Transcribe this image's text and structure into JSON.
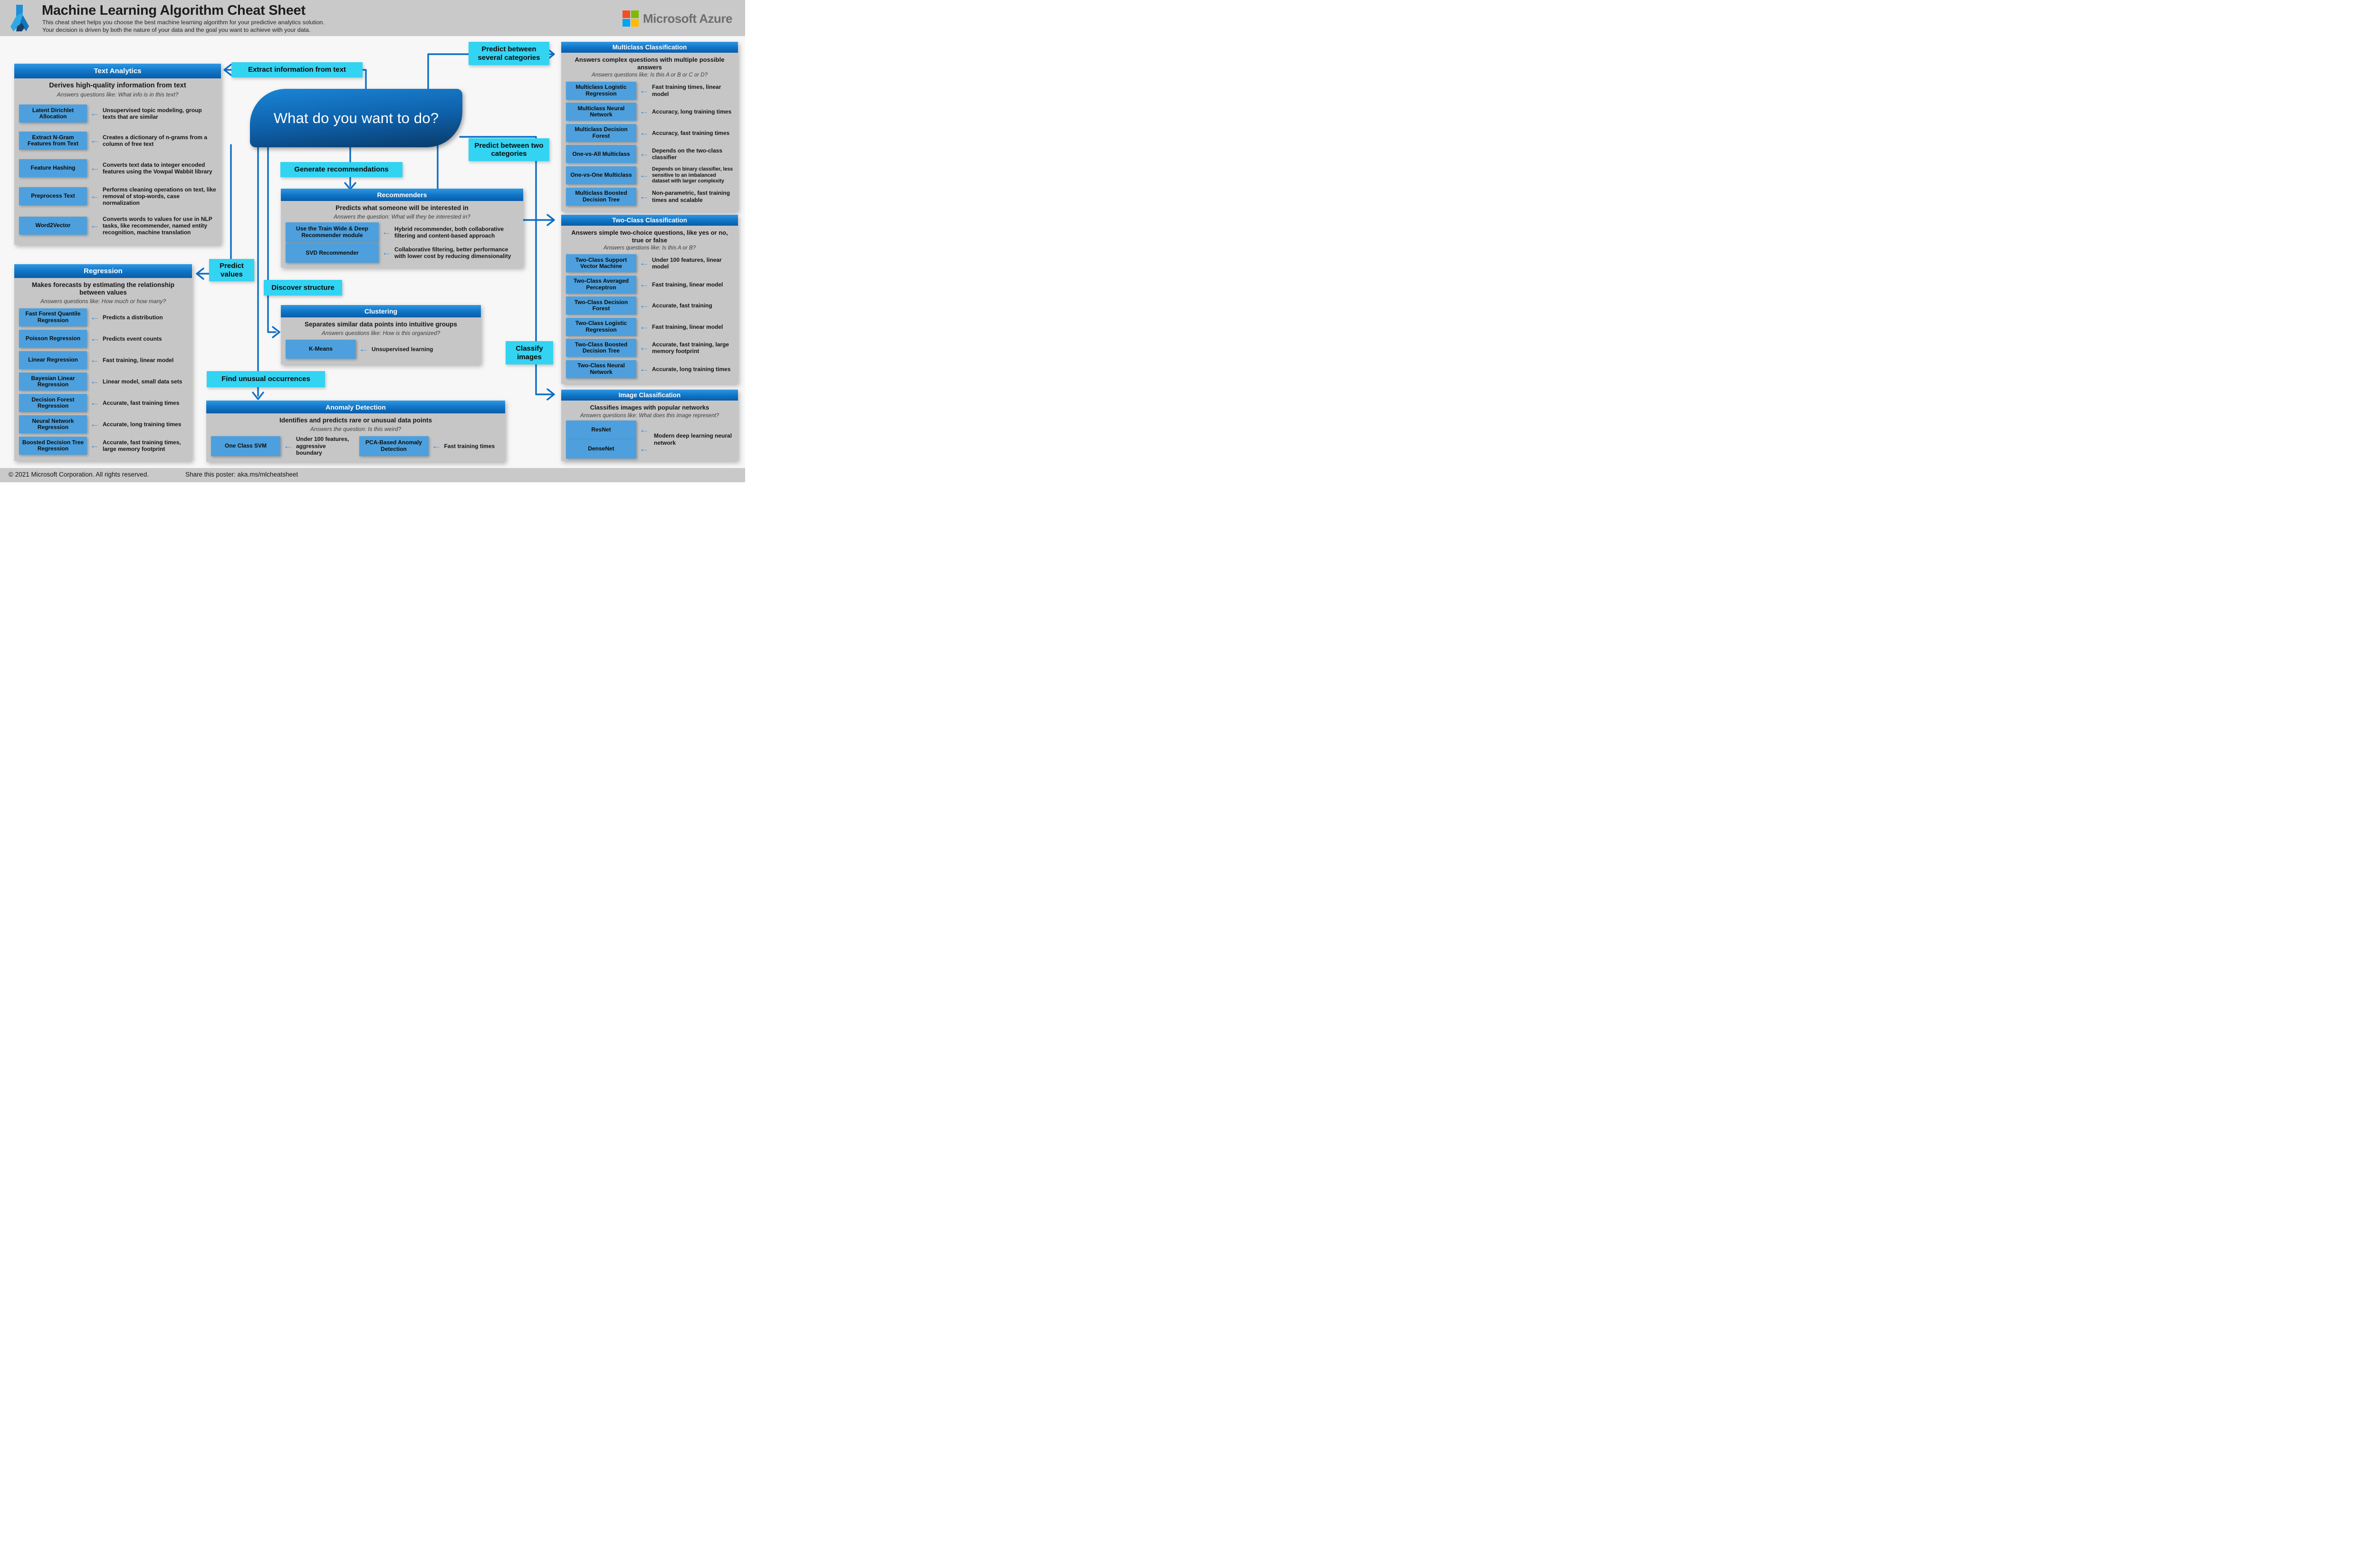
{
  "header": {
    "title": "Machine Learning Algorithm Cheat Sheet",
    "subtitle_line1": "This cheat sheet helps you choose the best machine learning algorithm for your predictive analytics solution.",
    "subtitle_line2": "Your decision is driven by both the nature of your data and the goal you want to achieve with your data.",
    "brand": "Microsoft Azure"
  },
  "footer": {
    "copyright": "© 2021 Microsoft Corporation. All rights reserved.",
    "share": "Share this poster: aka.ms/mlcheatsheet"
  },
  "central_question": "What do you want to do?",
  "decision_labels": {
    "extract_text": "Extract information from text",
    "several_categories": "Predict between several categories",
    "two_categories": "Predict between two categories",
    "generate_recommendations": "Generate recommendations",
    "predict_values": "Predict values",
    "discover_structure": "Discover structure",
    "find_unusual": "Find unusual occurrences",
    "classify_images": "Classify images"
  },
  "colors": {
    "accent_blue": "#0d6ec7",
    "box_blue": "#4da0dd",
    "cyan_label": "#33d3f2",
    "panel_gray": "#c6c6c6",
    "band_gray": "#c9c9c9",
    "node_gradient_top": "#1a85d7",
    "node_gradient_bottom": "#093a68",
    "ms_red": "#f25022",
    "ms_green": "#7fba00",
    "ms_blue": "#00a4ef",
    "ms_yellow": "#ffb900"
  },
  "panels": {
    "text_analytics": {
      "title": "Text Analytics",
      "heading": "Derives high-quality information from text",
      "question": "Answers questions like: What info is in this text?",
      "items": [
        {
          "name": "Latent Dirichlet Allocation",
          "desc": "Unsupervised topic modeling, group texts that are similar"
        },
        {
          "name": "Extract N-Gram Features from Text",
          "desc": "Creates a dictionary of n-grams from a column of free text"
        },
        {
          "name": "Feature Hashing",
          "desc": "Converts text data to integer encoded features using the Vowpal Wabbit library"
        },
        {
          "name": "Preprocess Text",
          "desc": "Performs cleaning operations on text, like removal of stop-words, case normalization"
        },
        {
          "name": "Word2Vector",
          "desc": "Converts words to values for use in NLP tasks, like recommender, named entity recognition, machine translation"
        }
      ]
    },
    "regression": {
      "title": "Regression",
      "heading": "Makes forecasts by estimating the relationship between values",
      "question": "Answers questions like: How much or how many?",
      "items": [
        {
          "name": "Fast Forest Quantile Regression",
          "desc": "Predicts a distribution"
        },
        {
          "name": "Poisson Regression",
          "desc": "Predicts event counts"
        },
        {
          "name": "Linear Regression",
          "desc": "Fast training, linear model"
        },
        {
          "name": "Bayesian Linear Regression",
          "desc": "Linear model, small data sets"
        },
        {
          "name": "Decision Forest Regression",
          "desc": "Accurate, fast training times"
        },
        {
          "name": "Neural Network Regression",
          "desc": "Accurate, long training times"
        },
        {
          "name": "Boosted Decision Tree Regression",
          "desc": "Accurate, fast training times, large memory footprint"
        }
      ]
    },
    "recommenders": {
      "title": "Recommenders",
      "heading": "Predicts what someone will be interested in",
      "question": "Answers the question: What will they be interested in?",
      "items": [
        {
          "name": "Use the Train Wide & Deep Recommender module",
          "desc": "Hybrid recommender, both collaborative filtering and content-based approach"
        },
        {
          "name": "SVD Recommender",
          "desc": "Collaborative filtering, better performance with lower cost by reducing dimensionality"
        }
      ]
    },
    "clustering": {
      "title": "Clustering",
      "heading": "Separates similar data points into intuitive groups",
      "question": "Answers questions like: How is this organized?",
      "items": [
        {
          "name": "K-Means",
          "desc": "Unsupervised learning"
        }
      ]
    },
    "anomaly_detection": {
      "title": "Anomaly Detection",
      "heading": "Identifies and predicts rare or unusual data points",
      "question": "Answers the question: Is this weird?",
      "items": [
        {
          "name": "One Class SVM",
          "desc": "Under 100 features, aggressive boundary"
        },
        {
          "name": "PCA-Based Anomaly Detection",
          "desc": "Fast training times"
        }
      ]
    },
    "multiclass_classification": {
      "title": "Multiclass Classification",
      "heading": "Answers complex questions with multiple possible answers",
      "question": "Answers questions like: Is this A or B or C or D?",
      "items": [
        {
          "name": "Multiclass Logistic Regression",
          "desc": "Fast training times, linear model"
        },
        {
          "name": "Multiclass Neural Network",
          "desc": "Accuracy, long training times"
        },
        {
          "name": "Multiclass Decision Forest",
          "desc": "Accuracy, fast training times"
        },
        {
          "name": "One-vs-All Multiclass",
          "desc": "Depends on the two-class classifier"
        },
        {
          "name": "One-vs-One Multiclass",
          "desc": "Depends on binary classifier, less sensitive to an imbalanced dataset with larger complexity",
          "small": true
        },
        {
          "name": "Multiclass Boosted Decision Tree",
          "desc": "Non-parametric, fast training times and scalable"
        }
      ]
    },
    "two_class_classification": {
      "title": "Two-Class Classification",
      "heading": "Answers simple two-choice questions, like yes or no, true or false",
      "question": "Answers questions like: Is this A or B?",
      "items": [
        {
          "name": "Two-Class Support Vector Machine",
          "desc": "Under 100 features, linear model"
        },
        {
          "name": "Two-Class Averaged Perceptron",
          "desc": "Fast training, linear model"
        },
        {
          "name": "Two-Class Decision Forest",
          "desc": "Accurate, fast training"
        },
        {
          "name": "Two-Class Logistic Regression",
          "desc": "Fast training, linear model"
        },
        {
          "name": "Two-Class Boosted Decision Tree",
          "desc": "Accurate, fast training, large memory footprint"
        },
        {
          "name": "Two-Class Neural Network",
          "desc": "Accurate, long training times"
        }
      ]
    },
    "image_classification": {
      "title": "Image Classification",
      "heading": "Classifies images with popular networks",
      "question": "Answers questions like: What does this image represent?",
      "shared_description": "Modern deep learning neural network",
      "items": [
        {
          "name": "ResNet"
        },
        {
          "name": "DenseNet"
        }
      ]
    }
  }
}
